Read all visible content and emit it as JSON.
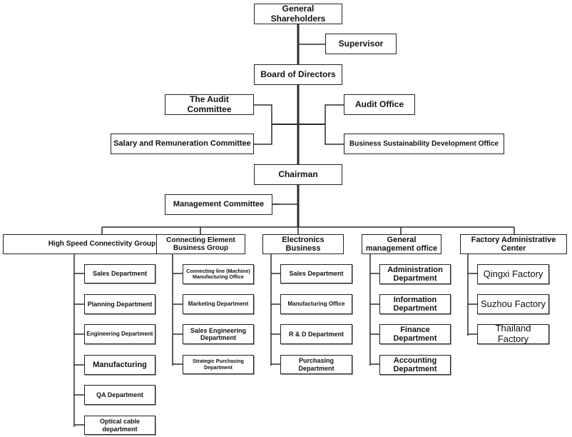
{
  "top": {
    "shareholders": "General Shareholders",
    "supervisor": "Supervisor",
    "board": "Board of Directors",
    "audit_committee": "The Audit Committee",
    "salary_committee": "Salary and Remuneration Committee",
    "audit_office": "Audit Office",
    "sustainability_office": "Business Sustainability Development Office",
    "chairman": "Chairman",
    "management_committee": "Management Committee"
  },
  "groups": [
    {
      "title": "High Speed Connectivity Group",
      "departments": [
        "Sales Department",
        "Planning Department",
        "Engineering Department",
        "Manufacturing",
        "QA Department",
        "Optical cable department"
      ]
    },
    {
      "title": "Connecting Element Business Group",
      "departments": [
        "Connecting line (Machine) Manufacturing Office",
        "Marketing Department",
        "Sales Engineering Department",
        "Strategic Purchasing Department"
      ]
    },
    {
      "title": "Electronics Business",
      "departments": [
        "Sales Department",
        "Manufacturing Office",
        "R & D Department",
        "Purchasing Department"
      ]
    },
    {
      "title": "General management office",
      "departments": [
        "Administration Department",
        "Information Department",
        "Finance Department",
        "Accounting Department"
      ]
    },
    {
      "title": "Factory Administrative Center",
      "departments": [
        "Qingxi Factory",
        "Suzhou Factory",
        "Thailand Factory"
      ]
    }
  ]
}
